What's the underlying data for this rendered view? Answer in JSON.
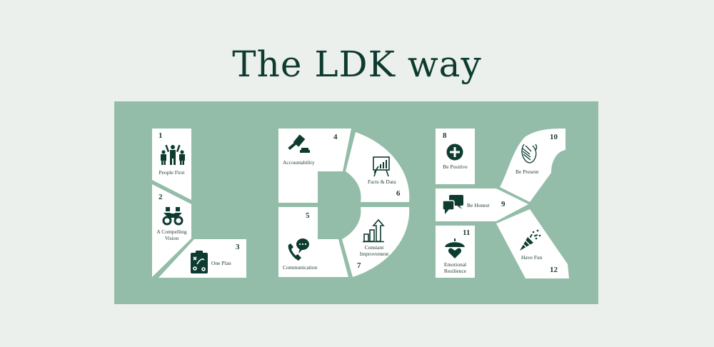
{
  "title": "The LDK way",
  "colors": {
    "background": "#ebf0ec",
    "panel": "#93bda8",
    "tile": "#ffffff",
    "accent": "#0e3b30"
  },
  "segments": [
    {
      "number": "1",
      "label": "People First",
      "icon": "people-cheering-icon",
      "letter": "L"
    },
    {
      "number": "2",
      "label": "A Compelling Vision",
      "label_lines": [
        "A Compelling",
        "Vision"
      ],
      "icon": "binoculars-icon",
      "letter": "L"
    },
    {
      "number": "3",
      "label": "One Plan",
      "icon": "strategy-clipboard-icon",
      "letter": "L"
    },
    {
      "number": "4",
      "label": "Accountability",
      "icon": "gavel-icon",
      "letter": "D"
    },
    {
      "number": "5",
      "label": "Communication",
      "icon": "phone-chat-icon",
      "letter": "D"
    },
    {
      "number": "6",
      "label": "Facts & Data",
      "icon": "presentation-chart-icon",
      "letter": "D"
    },
    {
      "number": "7",
      "label": "Constant Improvement",
      "label_lines": [
        "Constant",
        "Improvement"
      ],
      "icon": "growth-arrow-icon",
      "letter": "D"
    },
    {
      "number": "8",
      "label": "Be Positive",
      "icon": "plus-circle-icon",
      "letter": "K"
    },
    {
      "number": "9",
      "label": "Be Honest",
      "icon": "speech-bubbles-icon",
      "letter": "K"
    },
    {
      "number": "10",
      "label": "Be Present",
      "icon": "hands-icon",
      "letter": "K"
    },
    {
      "number": "11",
      "label": "Emotional Resilience",
      "label_lines": [
        "Emotional",
        "Resilience"
      ],
      "icon": "umbrella-heart-icon",
      "letter": "K"
    },
    {
      "number": "12",
      "label": "Have Fun",
      "icon": "party-popper-icon",
      "letter": "K"
    }
  ]
}
